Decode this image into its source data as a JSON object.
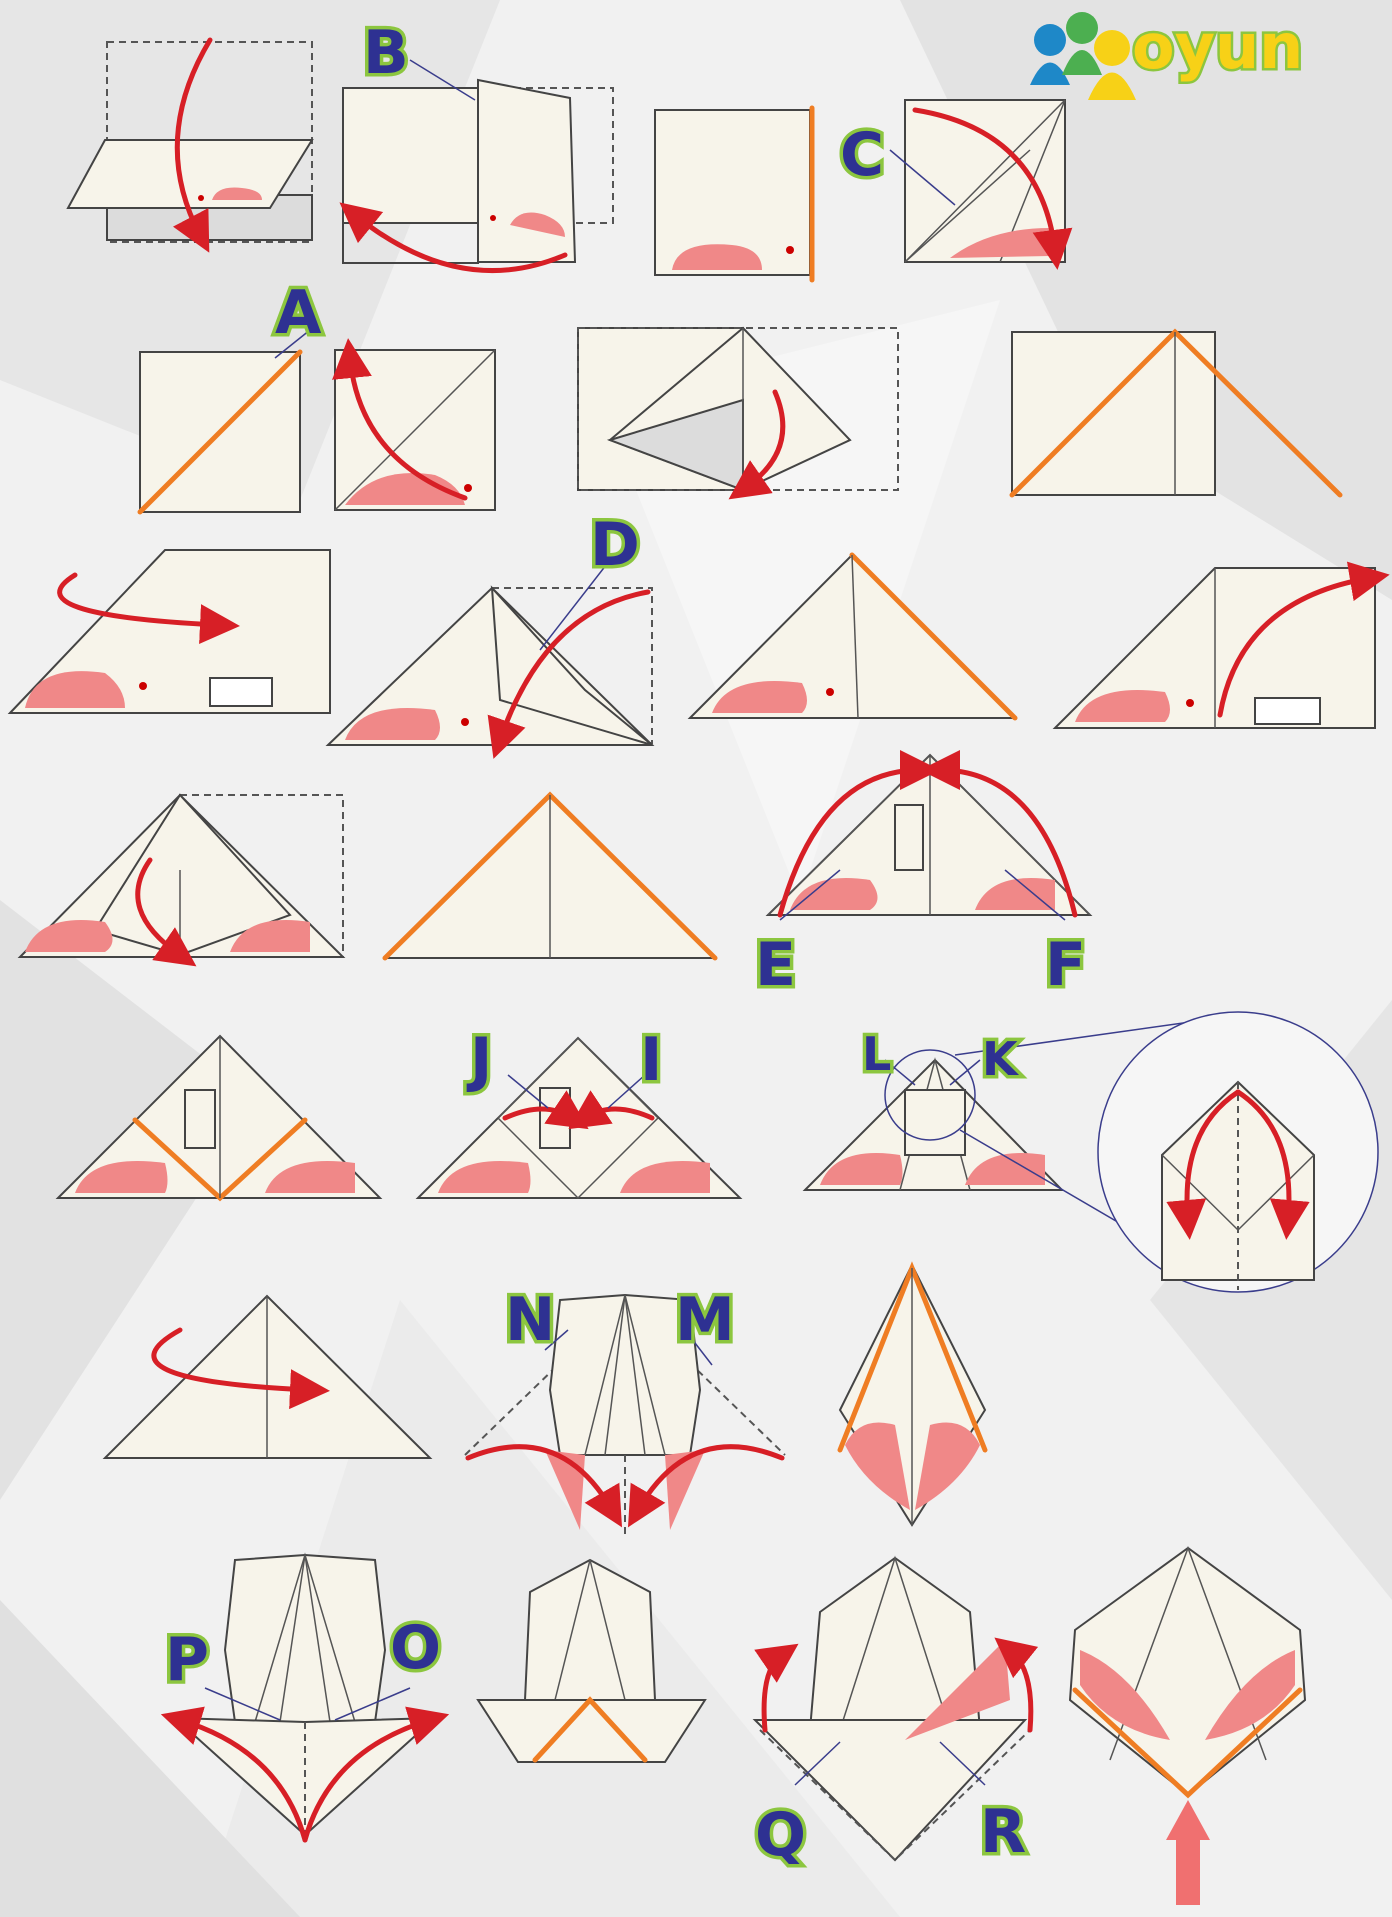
{
  "logo": {
    "text": "oyun",
    "colors": [
      "#1e88c8",
      "#4caf50",
      "#f7d117"
    ]
  },
  "labels": {
    "A": "A",
    "B": "B",
    "C": "C",
    "D": "D",
    "E": "E",
    "F": "F",
    "I": "I",
    "J": "J",
    "K": "K",
    "L": "L",
    "M": "M",
    "N": "N",
    "O": "O",
    "P": "P",
    "Q": "Q",
    "R": "R"
  },
  "colors": {
    "fold_line": "#ef7d23",
    "arrow": "#d71f26",
    "label_fill": "#2e3192",
    "label_outline": "#8cc63f",
    "paper": "#f7f4ea",
    "sole": "#f08888"
  }
}
